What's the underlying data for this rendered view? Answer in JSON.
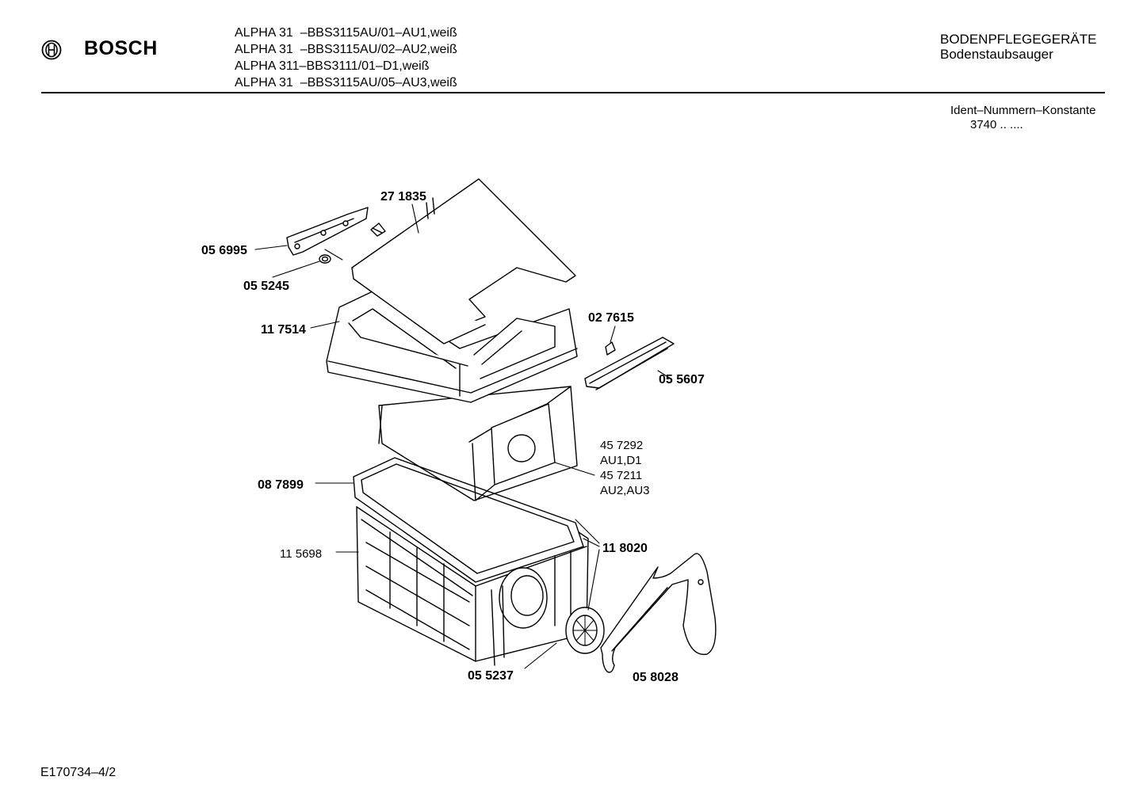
{
  "header": {
    "brand": "BOSCH",
    "models": [
      "ALPHA 31  –BBS3115AU/01–AU1,weiß",
      "ALPHA 31  –BBS3115AU/02–AU2,weiß",
      "ALPHA 311–BBS3111/01–D1,weiß",
      "ALPHA 31  –BBS3115AU/05–AU3,weiß"
    ],
    "category": "BODENPFLEGEGERÄTE",
    "subcategory": "Bodenstaubsauger"
  },
  "ident": {
    "label": "Ident–Nummern–Konstante",
    "code": "3740  .. ...."
  },
  "parts": {
    "p271835": "27 1835",
    "p056995": "05 6995",
    "p055245": "05 5245",
    "p117514": "11 7514",
    "p027615": "02 7615",
    "p055607": "05 5607",
    "p087899": "08 7899",
    "p115698": "11 5698",
    "p118020": "11 8020",
    "p055237": "05 5237",
    "p058028": "05 8028"
  },
  "bag_note": {
    "line1": "45 7292",
    "line2": "AU1,D1",
    "line3": "45 7211",
    "line4": "AU2,AU3"
  },
  "footer": {
    "code": "E170734–4/2"
  }
}
